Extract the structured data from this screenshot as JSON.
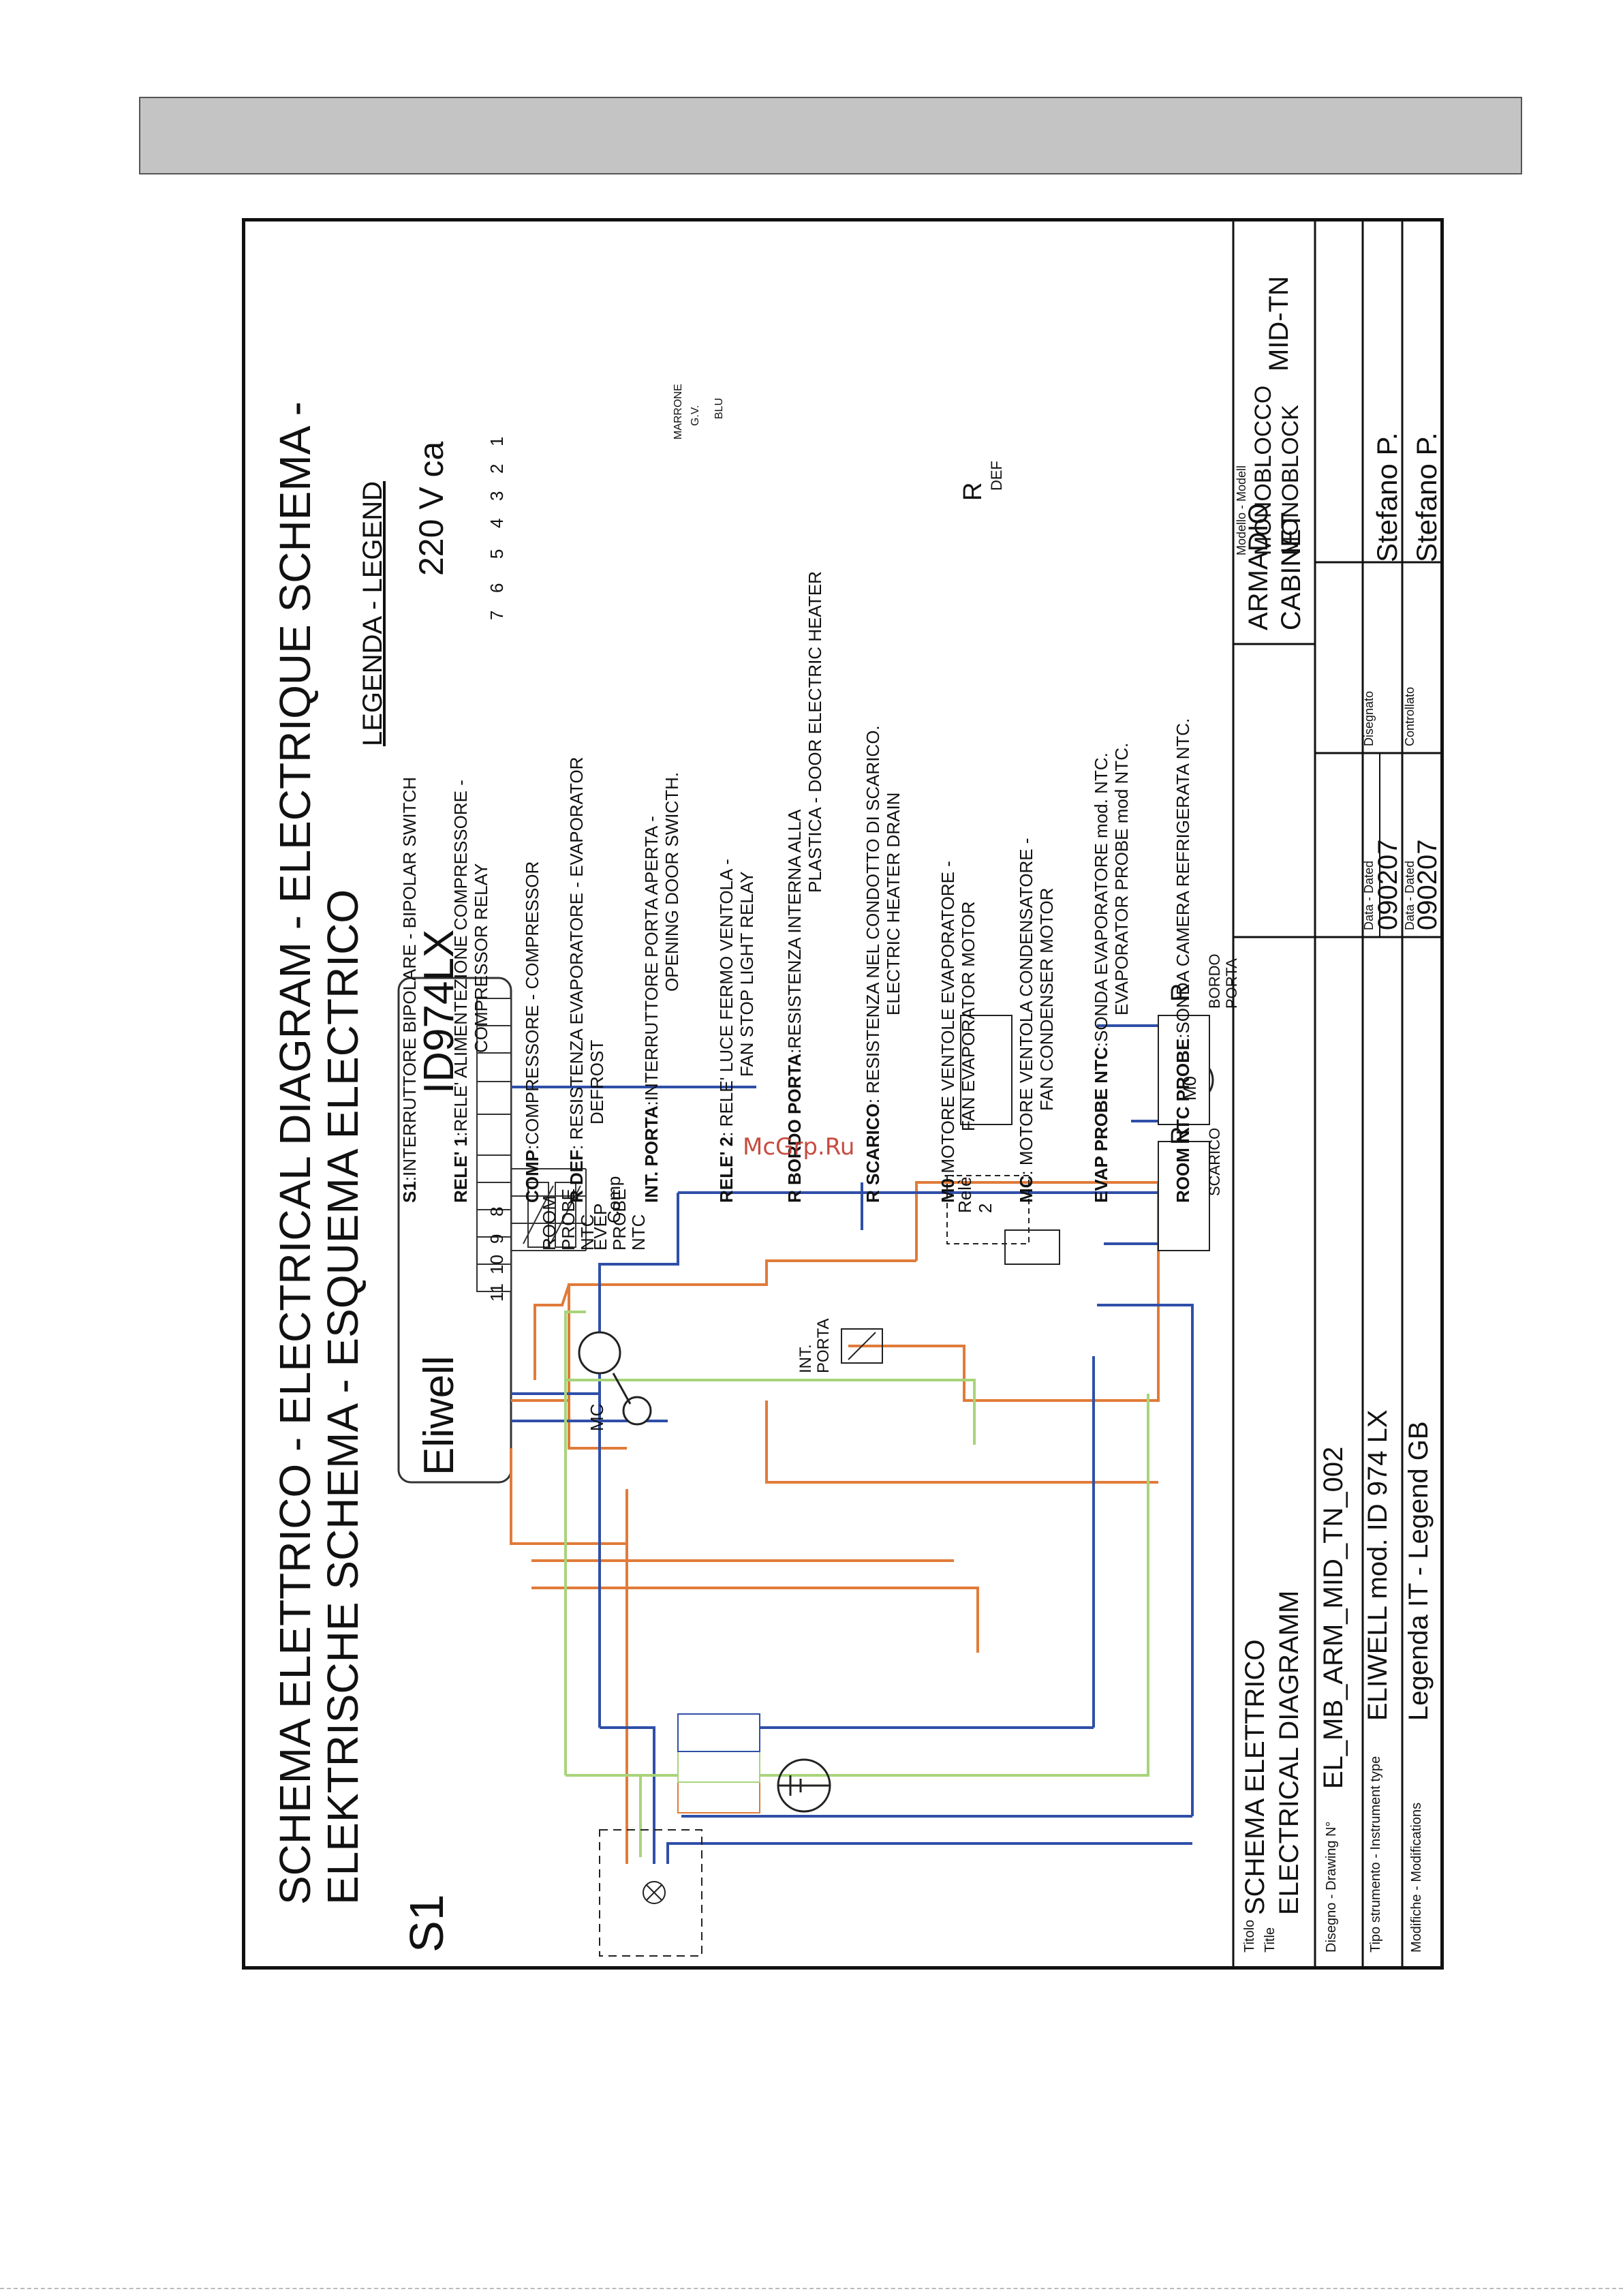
{
  "diagram": {
    "title_line1": "SCHEMA ELETTRICO - ELECTRICAL DIAGRAM - ELECTRIQUE SCHEMA -",
    "title_line2": "ELEKTRISCHE SCHEMA - ESQUEMA ELECTRICO",
    "supply": "220 V ca",
    "switch_label": "S1",
    "controller": {
      "brand": "Eliwell",
      "model": "ID974LX",
      "terminals": [
        "1",
        "2",
        "3",
        "4",
        "5",
        "6",
        "7",
        "8",
        "9",
        "10",
        "11"
      ]
    },
    "labels": {
      "evap_probe": [
        "EVEP",
        "PROBE",
        "NTC"
      ],
      "room_probe": [
        "ROOM",
        "PROBE",
        "NTC"
      ],
      "mc": "MC",
      "comp": "Comp",
      "m0": "M0",
      "int_porta": [
        "INT.",
        "PORTA"
      ],
      "rele2": [
        "Relè",
        "2"
      ],
      "r_def": "R",
      "def": "DEF",
      "r_bordo": "R",
      "bordo_porta": [
        "BORDO",
        "PORTA"
      ],
      "r_scarico": "R",
      "scarico": "SCARICO",
      "marrone": "MARRONE",
      "gv": "G.V.",
      "blu": "BLU"
    },
    "wire_colors": {
      "brown": "#e07b39",
      "green": "#a8d47a",
      "blue": "#2f4fa8"
    }
  },
  "legend": {
    "title": "LEGENDA - LEGEND",
    "items": [
      {
        "key": "S1",
        "text": [
          "INTERRUTTORE BIPOLARE - BIPOLAR SWITCH"
        ]
      },
      {
        "key": "RELE' 1",
        "text": [
          "RELE' ALIMENTEZIONE COMPRESSORE -",
          "COMPRESSOR RELAY"
        ]
      },
      {
        "key": "COMP",
        "text": [
          "COMPRESSORE - COMPRESSOR"
        ]
      },
      {
        "key": "R DEF",
        "text": [
          "RESISTENZA EVAPORATORE - EVAPORATOR",
          "DEFROST"
        ]
      },
      {
        "key": "INT. PORTA",
        "text": [
          "INTERRUTTORE PORTA APERTA -",
          "OPENING DOOR SWICTH."
        ]
      },
      {
        "key": "RELE' 2",
        "text": [
          "RELE' LUCE FERMO VENTOLA -",
          "FAN STOP  LIGHT RELAY"
        ]
      },
      {
        "key": "R BORDO PORTA",
        "text": [
          "RESISTENZA INTERNA ALLA",
          "PLASTICA - DOOR ELECTRIC HEATER"
        ]
      },
      {
        "key": "R SCARICO",
        "text": [
          "RESISTENZA NEL CONDOTTO DI SCARICO.",
          "ELECTRIC HEATER DRAIN"
        ]
      },
      {
        "key": "M0",
        "text": [
          "MOTORE VENTOLE EVAPORATORE -",
          "FAN EVAPORATOR MOTOR"
        ]
      },
      {
        "key": "MC",
        "text": [
          "MOTORE VENTOLA CONDENSATORE -",
          "FAN CONDENSER MOTOR"
        ]
      },
      {
        "key": "EVAP PROBE NTC",
        "text": [
          "SONDA EVAPORATORE mod. NTC.",
          "EVAPORATOR PROBE mod NTC."
        ]
      },
      {
        "key": "ROOM NTC PROBE",
        "text": [
          "SONDA CAMERA REFRIGERATA NTC."
        ]
      }
    ]
  },
  "title_block": {
    "titolo_label": "Titolo",
    "title_label": "Title",
    "title_it": "SCHEMA ELETTRICO",
    "title_en": "ELECTRICAL DIAGRAMM",
    "product_it": "ARMADIO",
    "product_en": "CABINET",
    "modello_label": "Modello - Modell",
    "modello_it": "MONOBLOCCO",
    "modello_en": "MONOBLOCK",
    "model_code": "MID-TN",
    "drawing_label": "Disegno - Drawing N°",
    "drawing_no": "EL_MB_ARM_MID_TN_002",
    "instrument_label": "Tipo strumento - Instrument type",
    "instrument": "ELIWELL mod. ID 974 LX",
    "modifiche_label": "Modifiche - Modifications",
    "modifiche": "Legenda IT - Legend GB",
    "date_label": "Data - Dated",
    "date1": "090207",
    "date2": "090207",
    "disegnato_label": "Disegnato",
    "disegnato": "Stefano P.",
    "controllato_label": "Controllato",
    "controllato": "Stefano P."
  },
  "watermark": "McGrp.Ru"
}
